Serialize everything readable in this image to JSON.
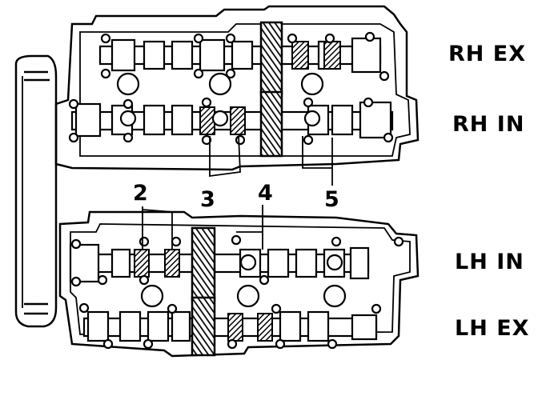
{
  "labels": {
    "rh_ex": "RH EX",
    "rh_in": "RH IN",
    "lh_in": "LH IN",
    "lh_ex": "LH EX"
  },
  "callouts": {
    "n2": "2",
    "n3": "3",
    "n4": "4",
    "n5": "5"
  },
  "colors": {
    "ink": "#000000",
    "paper": "#ffffff"
  }
}
